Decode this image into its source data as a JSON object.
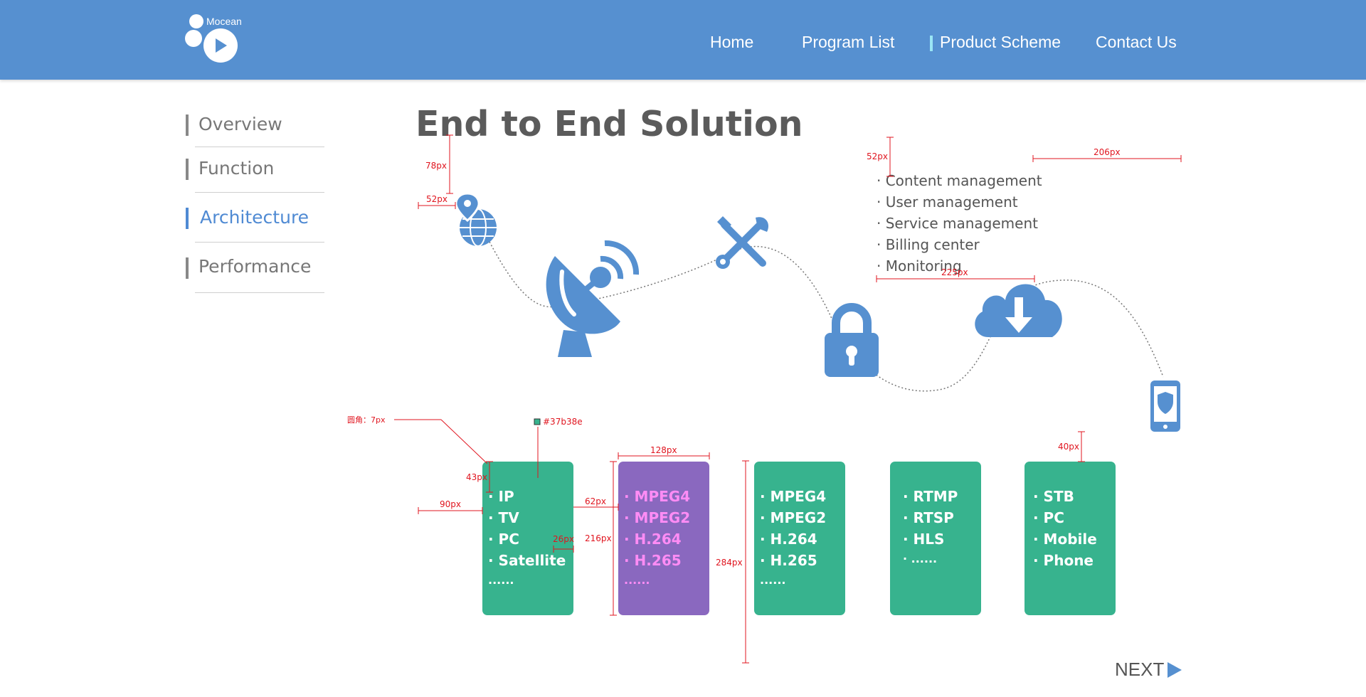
{
  "header": {
    "brand": "Mocean",
    "nav": [
      "Home",
      "Program List",
      "Product Scheme",
      "Contact Us"
    ],
    "active_nav": "Product Scheme",
    "bg_color": "#5690d0"
  },
  "sidebar": {
    "items": [
      "Overview",
      "Function",
      "Architecture",
      "Performance"
    ],
    "active": "Architecture",
    "active_color": "#4f8ad3"
  },
  "main": {
    "title": "End to End Solution",
    "features": [
      "· Content management",
      "· User management",
      "· Service management",
      "· Billing center",
      "· Monitoring"
    ],
    "icons": [
      "location-globe-icon",
      "satellite-dish-icon",
      "tools-icon",
      "lock-icon",
      "cloud-download-icon",
      "phone-shield-icon"
    ],
    "boxes": [
      {
        "items": [
          "· IP",
          "· TV",
          "· PC",
          "· Satellite",
          "   ......"
        ],
        "color": "#37b38e"
      },
      {
        "items": [
          "· MPEG4",
          "· MPEG2",
          "· H.264",
          "· H.265",
          "   ......"
        ],
        "color": "#8a68bf"
      },
      {
        "items": [
          "· MPEG4",
          "· MPEG2",
          "· H.264",
          "· H.265",
          "   ......"
        ],
        "color": "#37b38e"
      },
      {
        "items": [
          "· RTMP",
          "· RTSP",
          "· HLS",
          "·  ......"
        ],
        "color": "#37b38e"
      },
      {
        "items": [
          "· STB",
          "· PC",
          "· Mobile",
          "· Phone"
        ],
        "color": "#37b38e"
      }
    ],
    "next_label": "NEXT"
  },
  "annotations": {
    "radius": "圆角：7px",
    "color_code": "#37b38e",
    "d78": "78px",
    "d52a": "52px",
    "d52b": "52px",
    "d206": "206px",
    "d225": "225px",
    "d128": "128px",
    "d43": "43px",
    "d90": "90px",
    "d62": "62px",
    "d26": "26px",
    "d216": "216px",
    "d284": "284px",
    "d40": "40px"
  }
}
